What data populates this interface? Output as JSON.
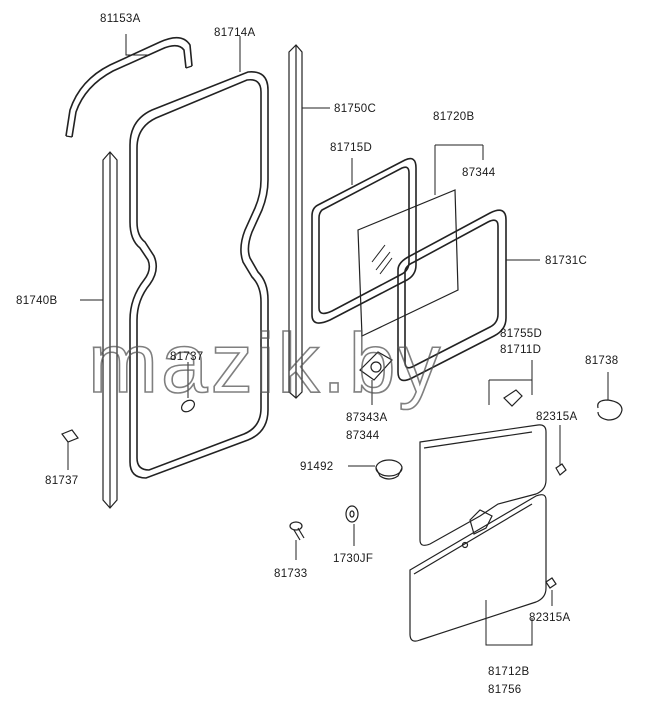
{
  "watermark": "mazik.by",
  "labels": {
    "p81153A": "81153A",
    "p81714A": "81714A",
    "p81750C": "81750C",
    "p81720B": "81720B",
    "p81715D": "81715D",
    "p87344_top": "87344",
    "p81731C": "81731C",
    "p81740B": "81740B",
    "p81737_inner": "81737",
    "p81755D": "81755D",
    "p81711D": "81711D",
    "p81738": "81738",
    "p87343A": "87343A",
    "p87344_mid": "87344",
    "p82315A_top": "82315A",
    "p81737_left": "81737",
    "p91492": "91492",
    "p81733": "81733",
    "p1730JF": "1730JF",
    "p82315A_bot": "82315A",
    "p81712B": "81712B",
    "p81756": "81756"
  }
}
